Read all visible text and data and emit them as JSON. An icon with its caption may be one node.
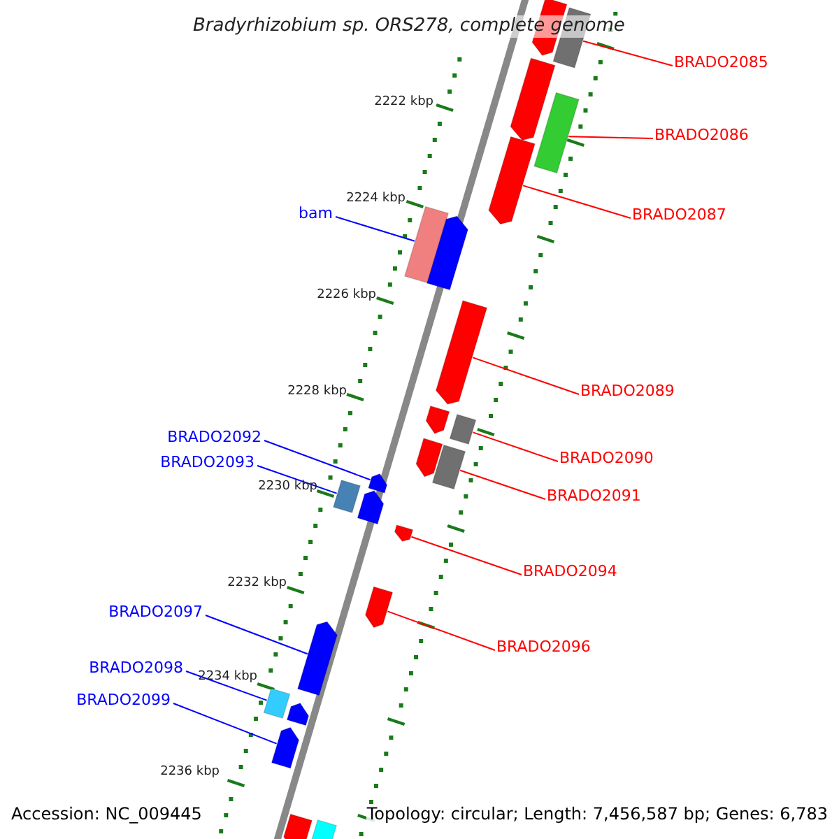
{
  "diagram": {
    "title": "Bradyrhizobium sp. ORS278, complete genome",
    "nodes": [
      {
        "text": [
          "BRADO2085"
        ]
      },
      {
        "text": [],
        "shape": "bar"
      },
      {
        "text": [
          "BRADO2086"
        ]
      },
      {
        "text": [],
        "shape": "bar"
      },
      {
        "text": [
          "BRADO2087"
        ]
      },
      {
        "text": [],
        "shape": "bar"
      },
      {
        "text": [
          "bam"
        ]
      },
      {
        "text": [],
        "shape": "bar"
      },
      {
        "text": [
          "BRADO2089"
        ]
      },
      {
        "text": [],
        "shape": "bar"
      },
      {
        "text": [
          "BRADO2090"
        ]
      },
      {
        "text": [],
        "shape": "bar"
      },
      {
        "text": [
          "BRADO2091"
        ]
      },
      {
        "text": [],
        "shape": "bar"
      },
      {
        "text": [
          "BRADO2092"
        ]
      },
      {
        "text": [],
        "shape": "bar"
      },
      {
        "text": [
          "BRADO2093"
        ]
      },
      {
        "text": [],
        "shape": "bar"
      },
      {
        "text": [
          "BRADO2094"
        ]
      },
      {
        "text": [],
        "shape": "bar"
      },
      {
        "text": [
          "BRADO2096"
        ]
      },
      {
        "text": [],
        "shape": "bar"
      },
      {
        "text": [
          "BRADO2097"
        ]
      },
      {
        "text": [],
        "shape": "bar"
      },
      {
        "text": [
          "BRADO2098"
        ]
      },
      {
        "text": [],
        "shape": "bar"
      },
      {
        "text": [
          "BRADO2099"
        ]
      },
      {
        "text": [],
        "shape": "bar"
      },
      {
        "text": [],
        "shape": "bar"
      },
      {
        "text": [],
        "shape": "bar"
      },
      {
        "text": [],
        "shape": "bar"
      },
      {
        "text": [],
        "shape": "bar"
      },
      {
        "text": [],
        "shape": "bar"
      },
      {
        "text": [],
        "shape": "bar"
      },
      {
        "text": [],
        "shape": "bar"
      },
      {
        "text": [],
        "shape": "bar"
      },
      {
        "text": [],
        "shape": "bar"
      }
    ],
    "edges": [
      {
        "from": 0,
        "to": 1,
        "arrow": "none"
      },
      {
        "from": 2,
        "to": 3,
        "arrow": "none"
      },
      {
        "from": 4,
        "to": 5,
        "arrow": "none"
      },
      {
        "from": 6,
        "to": 7,
        "arrow": "none",
        "color": "#0000ff"
      },
      {
        "from": 8,
        "to": 9,
        "arrow": "none"
      },
      {
        "from": 10,
        "to": 11,
        "arrow": "none"
      },
      {
        "from": 12,
        "to": 13,
        "arrow": "none"
      },
      {
        "from": 14,
        "to": 15,
        "arrow": "none",
        "color": "#0000ff"
      },
      {
        "from": 16,
        "to": 17,
        "arrow": "none",
        "color": "#0000ff"
      },
      {
        "from": 18,
        "to": 19,
        "arrow": "none"
      },
      {
        "from": 20,
        "to": 21,
        "arrow": "none"
      },
      {
        "from": 22,
        "to": 23,
        "arrow": "none",
        "color": "#0000ff"
      },
      {
        "from": 24,
        "to": 25,
        "arrow": "none",
        "color": "#0000ff"
      },
      {
        "from": 26,
        "to": 27,
        "arrow": "none",
        "color": "#0000ff"
      }
    ],
    "labels": [
      "2222 kbp",
      "2224 kbp",
      "2226 kbp",
      "2228 kbp",
      "2230 kbp",
      "2232 kbp",
      "2234 kbp",
      "2236 kbp",
      "Accession: NC_009445",
      "Topology: circular; Length: 7,456,587 bp; Genes: 6,783"
    ]
  }
}
